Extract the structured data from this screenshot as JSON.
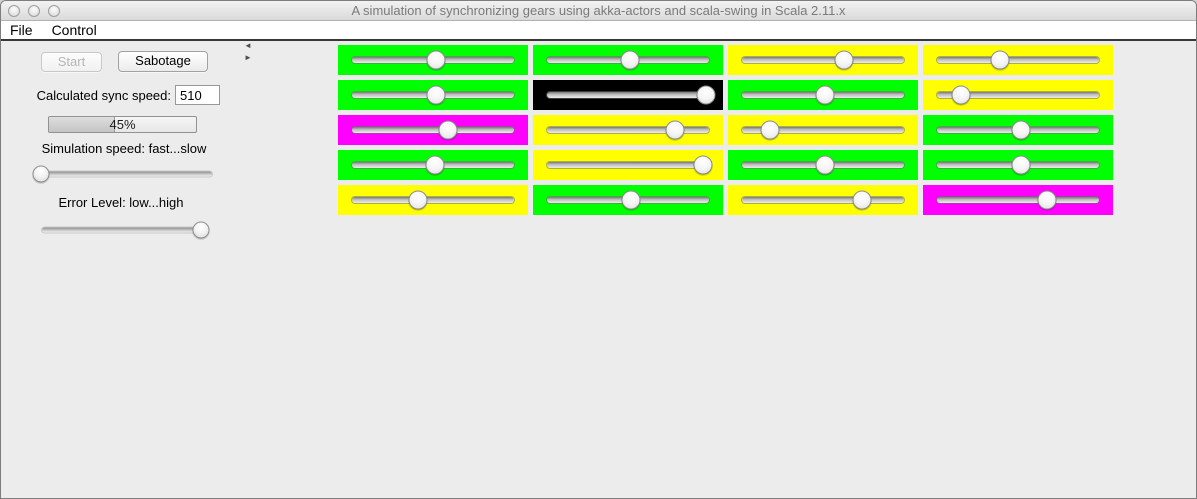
{
  "window": {
    "title": "A simulation of synchronizing gears using akka-actors and scala-swing in Scala 2.11.x",
    "traffic_lights": [
      "close",
      "minimize",
      "zoom"
    ]
  },
  "menu": {
    "items": [
      "File",
      "Control"
    ]
  },
  "left_panel": {
    "start_button": "Start",
    "sabotage_button": "Sabotage",
    "sync_speed_label": "Calculated sync speed:",
    "sync_speed_value": "510",
    "progress_label": "45%",
    "progress_percent": 45,
    "sim_speed_label": "Simulation speed: fast...slow",
    "sim_speed_percent": 4,
    "error_level_label": "Error Level: low...high",
    "error_level_percent": 96
  },
  "divider": {
    "collapse_icon": "◄",
    "expand_icon": "►"
  },
  "grid": {
    "columns": 4,
    "rows": 5,
    "colors": {
      "green": "#00ff00",
      "yellow": "#ffff00",
      "magenta": "#ff00ff",
      "black": "#000000"
    },
    "cells": [
      {
        "color": "#00ff00",
        "value": 52
      },
      {
        "color": "#00ff00",
        "value": 51
      },
      {
        "color": "#ffff00",
        "value": 63
      },
      {
        "color": "#ffff00",
        "value": 39
      },
      {
        "color": "#00ff00",
        "value": 52
      },
      {
        "color": "#000000",
        "value": 98
      },
      {
        "color": "#00ff00",
        "value": 51
      },
      {
        "color": "#ffff00",
        "value": 15
      },
      {
        "color": "#ff00ff",
        "value": 59
      },
      {
        "color": "#ffff00",
        "value": 79
      },
      {
        "color": "#ffff00",
        "value": 17
      },
      {
        "color": "#00ff00",
        "value": 52
      },
      {
        "color": "#00ff00",
        "value": 51
      },
      {
        "color": "#ffff00",
        "value": 96
      },
      {
        "color": "#00ff00",
        "value": 51
      },
      {
        "color": "#00ff00",
        "value": 52
      },
      {
        "color": "#ffff00",
        "value": 41
      },
      {
        "color": "#00ff00",
        "value": 52
      },
      {
        "color": "#ffff00",
        "value": 74
      },
      {
        "color": "#ff00ff",
        "value": 68
      }
    ]
  }
}
